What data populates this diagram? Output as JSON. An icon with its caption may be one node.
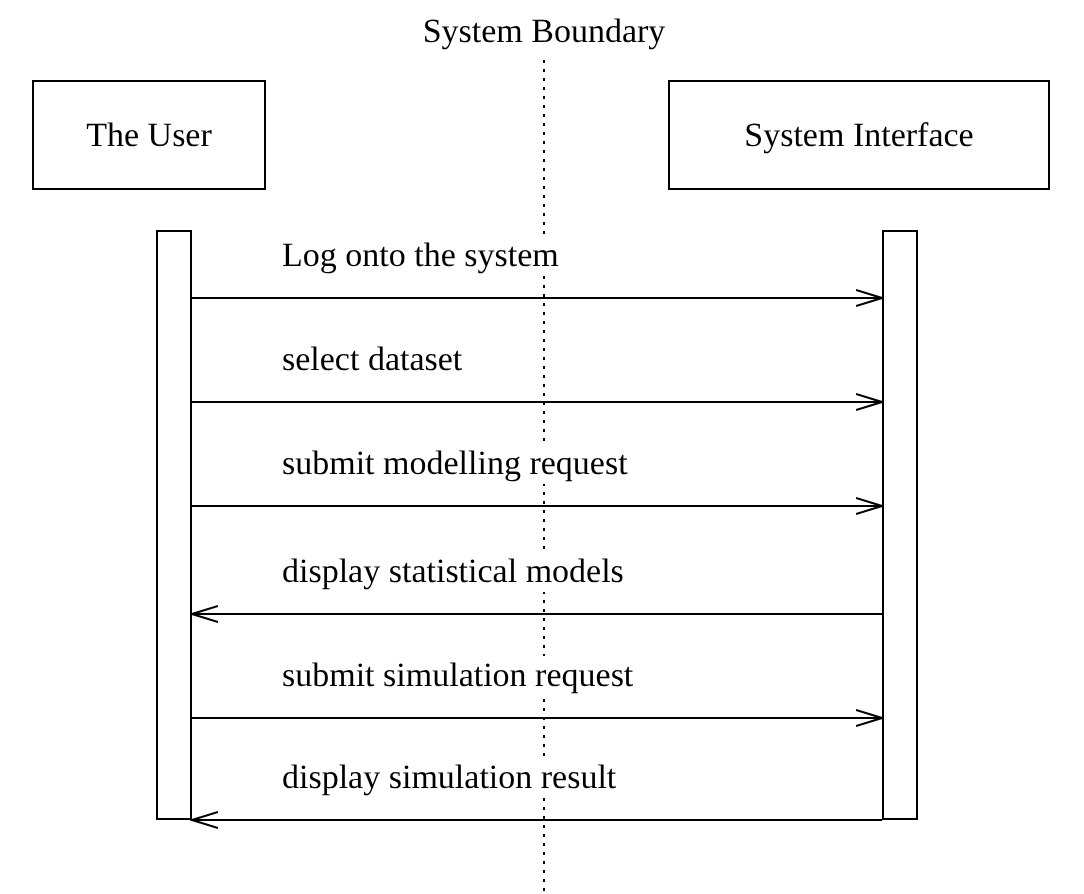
{
  "diagram": {
    "title": "System Boundary",
    "nodes": [
      {
        "text": [
          "The User"
        ]
      },
      {
        "text": [
          "System Interface"
        ]
      },
      {
        "text": [],
        "shape": "bar"
      },
      {
        "text": [],
        "shape": "bar"
      }
    ],
    "edges": [
      {
        "from": 2,
        "to": 3,
        "arrow": "to",
        "label": "Log onto the system"
      },
      {
        "from": 2,
        "to": 3,
        "arrow": "to",
        "label": "select dataset"
      },
      {
        "from": 2,
        "to": 3,
        "arrow": "to",
        "label": "submit modelling request"
      },
      {
        "from": 3,
        "to": 2,
        "arrow": "to",
        "label": "display statistical models"
      },
      {
        "from": 2,
        "to": 3,
        "arrow": "to",
        "label": "submit simulation request"
      },
      {
        "from": 3,
        "to": 2,
        "arrow": "to",
        "label": "display simulation result"
      }
    ]
  }
}
